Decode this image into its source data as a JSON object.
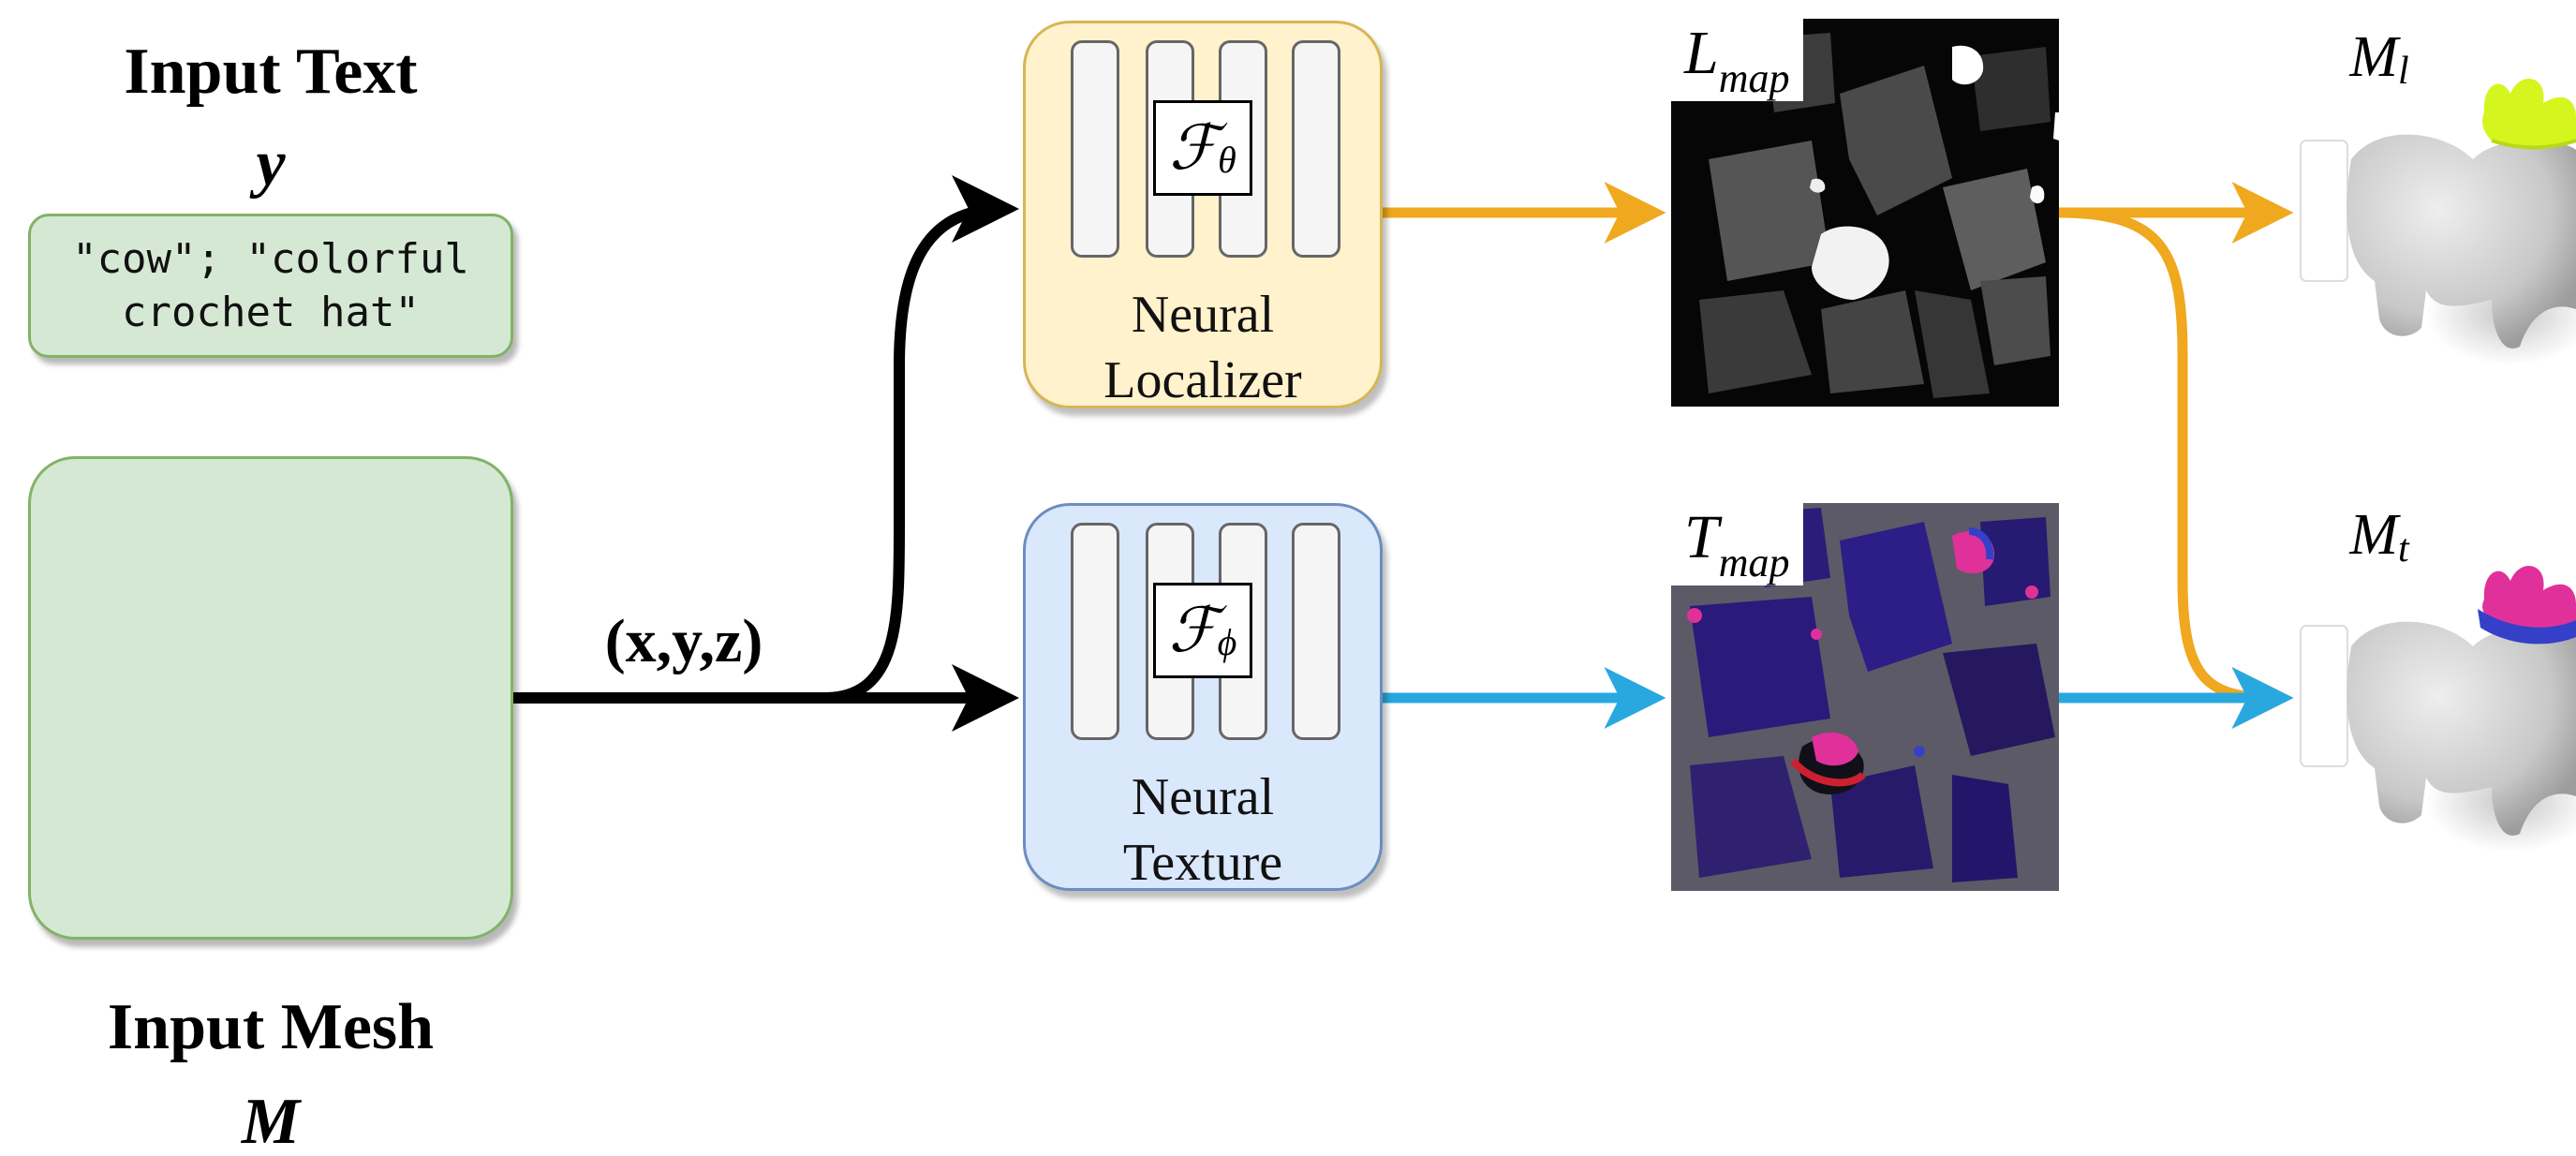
{
  "input_text": {
    "title": "Input Text",
    "symbol": "y",
    "prompt": "\"cow\"; \"colorful\ncrochet hat\""
  },
  "input_mesh": {
    "title": "Input Mesh",
    "symbol": "M"
  },
  "coords_label": "(x,y,z)",
  "localizer": {
    "symbol": "ℱ",
    "subscript": "θ",
    "label": "Neural\nLocalizer"
  },
  "texture": {
    "symbol": "ℱ",
    "subscript": "ϕ",
    "label": "Neural\nTexture"
  },
  "lmap": {
    "symbol": "L",
    "subscript": "map"
  },
  "tmap": {
    "symbol": "T",
    "subscript": "map"
  },
  "output_l": {
    "symbol": "M",
    "subscript": "l"
  },
  "output_t": {
    "symbol": "M",
    "subscript": "t"
  },
  "colors": {
    "arrow_main": "#000000",
    "arrow_localizer": "#f0a81e",
    "arrow_texture": "#29a8e0",
    "green_fill": "#d5e8d4",
    "yellow_fill": "#fff2cc",
    "blue_fill": "#dae8fc",
    "hat_localized": "#d4f51e",
    "hat_textured": "#e0319b",
    "hat_band": "#3440c8"
  }
}
